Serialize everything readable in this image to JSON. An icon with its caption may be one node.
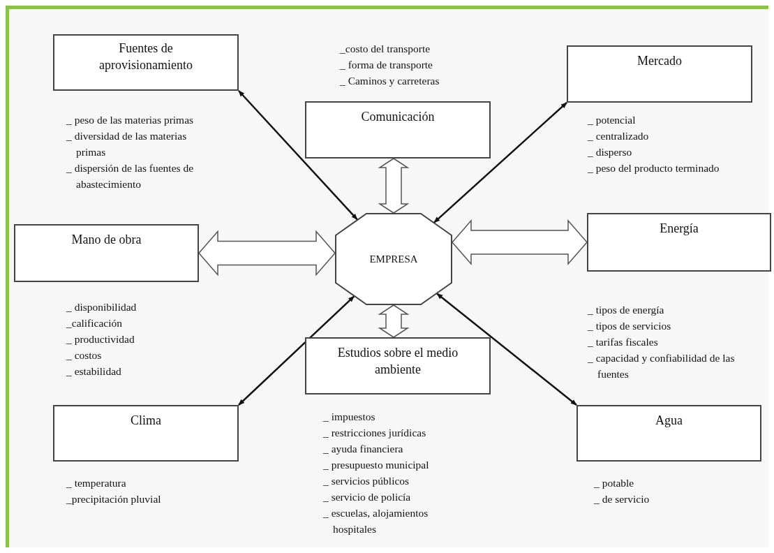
{
  "diagram": {
    "nodes": [
      {
        "text": [
          "Fuentes de aprovisionamiento"
        ],
        "beside": [
          "_ peso de las materias primas",
          "_ diversidad de las materias primas",
          "_ dispersión de las fuentes de abastecimiento"
        ]
      },
      {
        "text": [
          "Comunicación"
        ],
        "beside": [
          "_costo del transporte",
          "_ forma de transporte",
          "_ Caminos y carreteras"
        ]
      },
      {
        "text": [
          "Mercado"
        ],
        "beside": [
          "_ potencial",
          "_ centralizado",
          "_ disperso",
          "_ peso del producto terminado"
        ]
      },
      {
        "text": [
          "Mano de obra"
        ],
        "beside": [
          "_ disponibilidad",
          "_calificación",
          "_ productividad",
          "_ costos",
          "_ estabilidad"
        ]
      },
      {
        "text": [
          "EMPRESA"
        ]
      },
      {
        "text": [
          "Energía"
        ],
        "beside": [
          "_ tipos de energía",
          "_ tipos de servicios",
          "_ tarifas fiscales",
          "_ capacidad y confiabilidad de las fuentes"
        ]
      },
      {
        "text": [
          "Estudios sobre el medio ambiente"
        ],
        "beside": [
          "_ impuestos",
          "_ restricciones jurídicas",
          "_ ayuda financiera",
          "_ presupuesto municipal",
          "_ servicios públicos",
          "_ servicio de policía",
          "_ escuelas, alojamientos hospitales"
        ]
      },
      {
        "text": [
          "Clima"
        ],
        "beside": [
          "_ temperatura",
          "_precipitación pluvial"
        ]
      },
      {
        "text": [
          "Agua"
        ],
        "beside": [
          "_ potable",
          "_ de servicio"
        ]
      }
    ],
    "edges": [
      {
        "from": 4,
        "to": 0,
        "arrow": "both"
      },
      {
        "from": 4,
        "to": 1,
        "arrow": "both",
        "style": "thick"
      },
      {
        "from": 4,
        "to": 2,
        "arrow": "both"
      },
      {
        "from": 4,
        "to": 3,
        "arrow": "both",
        "style": "thick"
      },
      {
        "from": 4,
        "to": 5,
        "arrow": "both",
        "style": "thick"
      },
      {
        "from": 4,
        "to": 6,
        "arrow": "both",
        "style": "thick"
      },
      {
        "from": 4,
        "to": 7,
        "arrow": "both"
      },
      {
        "from": 4,
        "to": 8,
        "arrow": "both"
      }
    ]
  }
}
